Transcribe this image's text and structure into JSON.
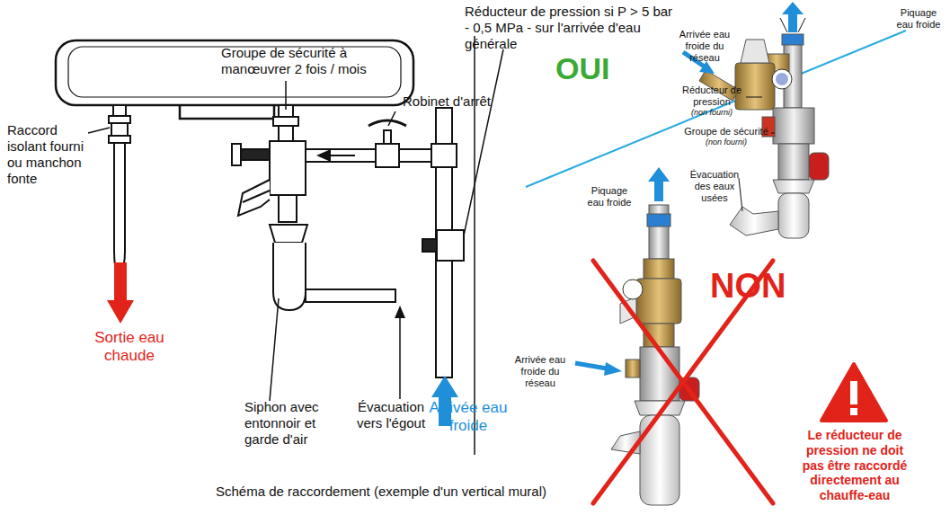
{
  "diagram": {
    "caption": "Schéma de raccordement (exemple d'un vertical mural)",
    "labels": [
      "Réducteur de pression si P > 5 bar - 0,5 MPa - sur l'arrivée d'eau générale",
      "Groupe de sécurité à manœuvrer 2 fois / mois",
      "Robinet d'arrêt",
      "Raccord isolant fourni ou manchon fonte",
      "Sortie eau chaude",
      "Siphon avec entonnoir et garde d'air",
      "Évacuation vers l'égout",
      "Arrivée eau froide",
      "OUI",
      "Arrivée eau froide du réseau",
      "Réducteur de pression",
      "(non fourni)",
      "Groupe de sécurité",
      "(non fourni)",
      "Évacuation des eaux usées",
      "Piquage eau froide",
      "Piquage eau froide",
      "Arrivée eau froide du réseau",
      "NON",
      "Le réducteur de pression ne doit pas être raccordé directement au chauffe-eau"
    ]
  }
}
